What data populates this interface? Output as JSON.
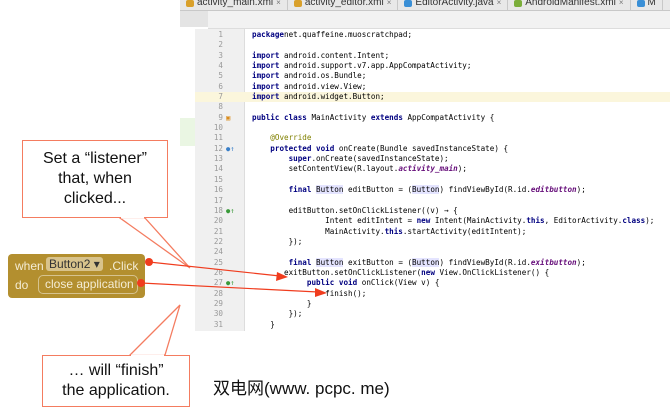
{
  "tabs": [
    {
      "label": "activity_main.xml",
      "icon": "xml-layout-icon",
      "color": "#d9a02b"
    },
    {
      "label": "activity_editor.xml",
      "icon": "xml-layout-icon",
      "color": "#d9a02b"
    },
    {
      "label": "EditorActivity.java",
      "icon": "java-class-icon",
      "color": "#3a8fd6"
    },
    {
      "label": "AndroidManifest.xml",
      "icon": "manifest-icon",
      "color": "#7bae3a"
    },
    {
      "label": "M",
      "icon": "java-class-icon",
      "color": "#3a8fd6"
    }
  ],
  "code": [
    {
      "n": "1",
      "t": [
        [
          "kw",
          "package"
        ],
        [
          "",
          "net.quaffeine.muoscratchpad;"
        ]
      ]
    },
    {
      "n": "2",
      "t": []
    },
    {
      "n": "3",
      "t": [
        [
          "kw",
          "import"
        ],
        [
          "",
          " android.content.Intent;"
        ]
      ]
    },
    {
      "n": "4",
      "t": [
        [
          "kw",
          "import"
        ],
        [
          "",
          " android.support.v7.app.AppCompatActivity;"
        ]
      ]
    },
    {
      "n": "5",
      "t": [
        [
          "kw",
          "import"
        ],
        [
          "",
          " android.os.Bundle;"
        ]
      ]
    },
    {
      "n": "6",
      "t": [
        [
          "kw",
          "import"
        ],
        [
          "",
          " android.view.View;"
        ]
      ]
    },
    {
      "n": "7",
      "hl": true,
      "t": [
        [
          "kw",
          "import"
        ],
        [
          "",
          " android.widget.Button;"
        ]
      ]
    },
    {
      "n": "8",
      "t": []
    },
    {
      "n": "9",
      "mk": "class",
      "t": [
        [
          "kw",
          "public class"
        ],
        [
          "",
          " MainActivity "
        ],
        [
          "kw",
          "extends"
        ],
        [
          "",
          " AppCompatActivity {"
        ]
      ]
    },
    {
      "n": "10",
      "t": []
    },
    {
      "n": "11",
      "t": [
        [
          "",
          "    "
        ],
        [
          "an",
          "@Override"
        ]
      ]
    },
    {
      "n": "12",
      "mk": "override",
      "t": [
        [
          "",
          "    "
        ],
        [
          "kw",
          "protected void"
        ],
        [
          "",
          " onCreate(Bundle savedInstanceState) {"
        ]
      ]
    },
    {
      "n": "13",
      "t": [
        [
          "",
          "        "
        ],
        [
          "kw",
          "super"
        ],
        [
          "",
          ".onCreate(savedInstanceState);"
        ]
      ]
    },
    {
      "n": "14",
      "t": [
        [
          "",
          "        setContentView(R.layout."
        ],
        [
          "it",
          "activity_main"
        ],
        [
          "",
          ");"
        ]
      ]
    },
    {
      "n": "15",
      "t": []
    },
    {
      "n": "16",
      "t": [
        [
          "",
          "        "
        ],
        [
          "kw",
          "final"
        ],
        [
          "",
          " "
        ],
        [
          "ty",
          "Button"
        ],
        [
          "",
          " editButton = ("
        ],
        [
          "ty",
          "Button"
        ],
        [
          "",
          ") findViewById(R.id."
        ],
        [
          "it",
          "editbutton"
        ],
        [
          "",
          ");"
        ]
      ]
    },
    {
      "n": "17",
      "t": []
    },
    {
      "n": "18",
      "mk": "impl",
      "t": [
        [
          "",
          "        editButton.setOnClickListener((v) → {"
        ]
      ]
    },
    {
      "n": "20",
      "t": [
        [
          "",
          "                Intent editIntent = "
        ],
        [
          "kw",
          "new"
        ],
        [
          "",
          " Intent(MainActivity."
        ],
        [
          "kw",
          "this"
        ],
        [
          "",
          ", EditorActivity."
        ],
        [
          "kw",
          "class"
        ],
        [
          "",
          ");"
        ]
      ]
    },
    {
      "n": "21",
      "t": [
        [
          "",
          "                MainActivity."
        ],
        [
          "kw",
          "this"
        ],
        [
          "",
          ".startActivity(editIntent);"
        ]
      ]
    },
    {
      "n": "22",
      "t": [
        [
          "",
          "        });"
        ]
      ]
    },
    {
      "n": "24",
      "t": []
    },
    {
      "n": "25",
      "t": [
        [
          "",
          "        "
        ],
        [
          "kw",
          "final"
        ],
        [
          "",
          " "
        ],
        [
          "ty",
          "Button"
        ],
        [
          "",
          " exitButton = ("
        ],
        [
          "ty",
          "Button"
        ],
        [
          "",
          ") findViewById(R.id."
        ],
        [
          "it",
          "exitbutton"
        ],
        [
          "",
          ");"
        ]
      ]
    },
    {
      "n": "26",
      "t": [
        [
          "",
          "       exitButton.setOnClickListener("
        ],
        [
          "kw",
          "new"
        ],
        [
          "",
          " View.OnClickListener() {"
        ]
      ]
    },
    {
      "n": "27",
      "mk": "impl",
      "t": [
        [
          "",
          "            "
        ],
        [
          "kw",
          "public void"
        ],
        [
          "",
          " onClick(View v) {"
        ]
      ]
    },
    {
      "n": "28",
      "t": [
        [
          "",
          "                finish();"
        ]
      ]
    },
    {
      "n": "29",
      "t": [
        [
          "",
          "            }"
        ]
      ]
    },
    {
      "n": "30",
      "t": [
        [
          "",
          "        });"
        ]
      ]
    },
    {
      "n": "31",
      "t": [
        [
          "",
          "    }"
        ]
      ]
    }
  ],
  "callout_top": [
    "Set a “listener”",
    "that, when",
    "clicked..."
  ],
  "callout_bottom": [
    "… will “finish”",
    "the application."
  ],
  "block": {
    "when": "when",
    "component": "Button2 ▾",
    "event": ".Click",
    "do": "do",
    "action": "close application"
  },
  "watermark": "双电网(www. pcpc. me)",
  "colors": {
    "arrow": "#f03c1e",
    "block": "#b38f2f",
    "callout_border": "#f47c60"
  }
}
